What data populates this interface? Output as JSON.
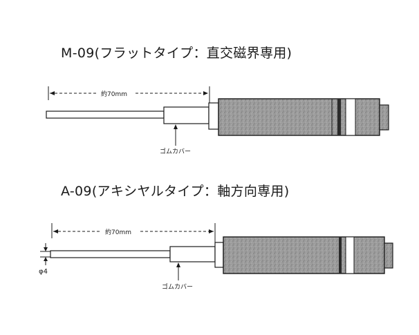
{
  "probe_m": {
    "title": "M-09(フラットタイプ：直交磁界専用)",
    "length_label": "約70mm",
    "cover_label": "ゴムカバー"
  },
  "probe_a": {
    "title": "A-09(アキシヤルタイプ：軸方向専用)",
    "length_label": "約70mm",
    "cover_label": "ゴムカバー",
    "diameter_label": "φ4"
  },
  "colors": {
    "body_fill": "#9c9c9c",
    "line": "#1a1a1a"
  }
}
